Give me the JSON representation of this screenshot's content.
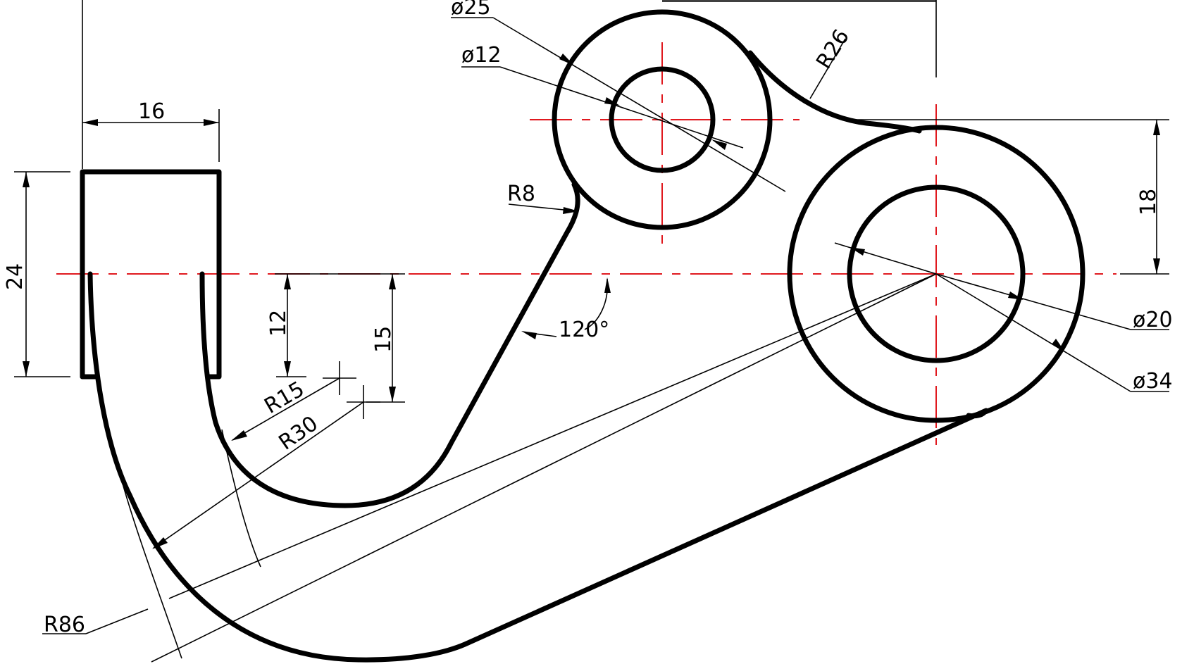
{
  "colors": {
    "object_line": "#000000",
    "dimension_line": "#000000",
    "center_line": "#e0191f",
    "background": "#ffffff"
  },
  "dimensions": {
    "width_16": "16",
    "height_24": "24",
    "offset_12": "12",
    "offset_15": "15",
    "offset_18": "18",
    "radius_15": "R15",
    "radius_30": "R30",
    "radius_86": "R86",
    "radius_8": "R8",
    "radius_26": "R26",
    "angle_120": "120°",
    "dia_25": "ø25",
    "dia_12": "ø12",
    "dia_20": "ø20",
    "dia_34": "ø34"
  }
}
